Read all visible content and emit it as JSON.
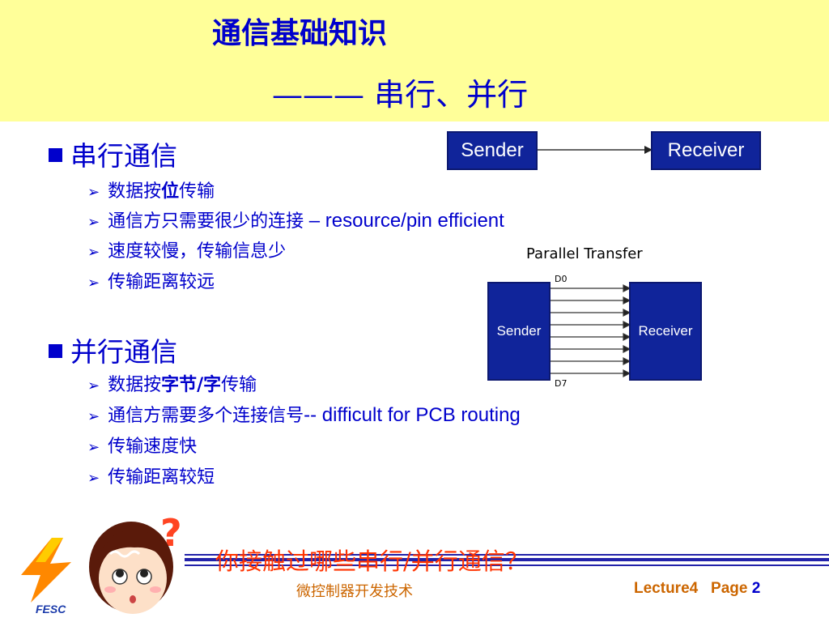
{
  "header": {
    "title": "通信基础知识",
    "subtitle": "———  串行、并行"
  },
  "serial": {
    "heading": "串行通信",
    "items": [
      {
        "pre": "数据按",
        "bold": "位",
        "post": "传输",
        "en": ""
      },
      {
        "pre": "通信方只需要很少的连接",
        "bold": "",
        "post": "",
        "en": " – resource/pin efficient"
      },
      {
        "pre": "速度较慢，传输信息少",
        "bold": "",
        "post": "",
        "en": ""
      },
      {
        "pre": "传输距离较远",
        "bold": "",
        "post": "",
        "en": ""
      }
    ]
  },
  "parallel": {
    "heading": "并行通信",
    "items": [
      {
        "pre": "数据按",
        "bold": "字节/字",
        "post": "传输",
        "en": ""
      },
      {
        "pre": "通信方需要多个连接信号",
        "bold": "",
        "post": "",
        "en": "-- difficult for PCB routing"
      },
      {
        "pre": "传输速度快",
        "bold": "",
        "post": "",
        "en": ""
      },
      {
        "pre": "传输距离较短",
        "bold": "",
        "post": "",
        "en": ""
      }
    ]
  },
  "serial_diagram": {
    "sender": "Sender",
    "receiver": "Receiver"
  },
  "parallel_diagram": {
    "title": "Parallel Transfer",
    "sender": "Sender",
    "receiver": "Receiver",
    "top_label": "D0",
    "bottom_label": "D7"
  },
  "footer": {
    "question": "你接触过哪些串行/并行通信？",
    "course": "微控制器开发技术",
    "lecture": "Lecture4",
    "page_label": "Page",
    "page_number": "2",
    "logo_text": "FESC"
  },
  "colors": {
    "text": "#0000cc",
    "box": "#10249a",
    "header_bg": "#ffff99",
    "question": "#ff3300",
    "footer": "#cc6600"
  }
}
